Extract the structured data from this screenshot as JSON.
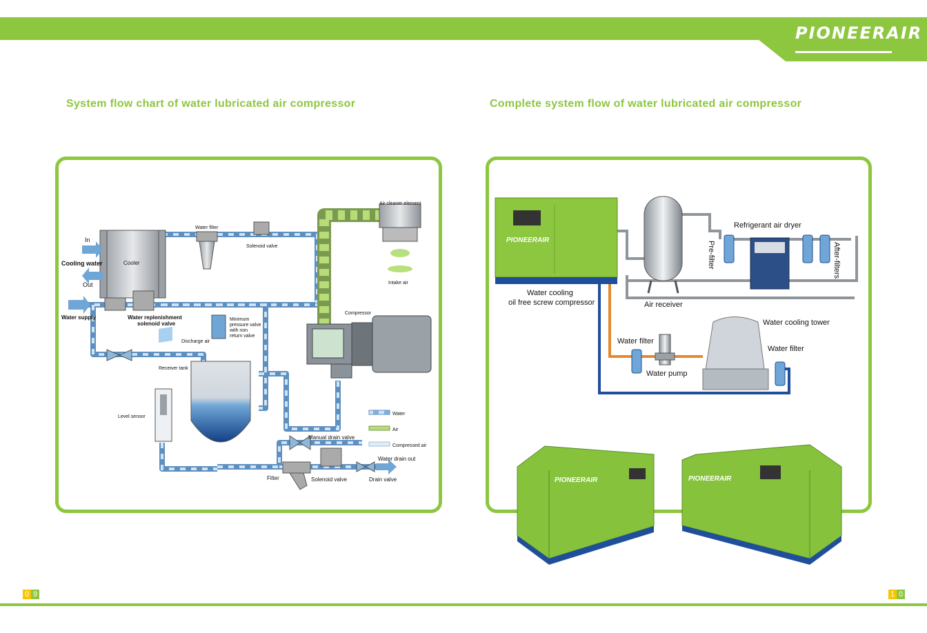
{
  "brand": {
    "logo": "PIONEERAIR",
    "color_green": "#8dc63f",
    "color_water": "#7fb3dc",
    "color_dark": "#1f4e9a"
  },
  "left": {
    "title": "System flow chart of water lubricated air compressor",
    "labels": {
      "in": "In",
      "cooling_water": "Cooling water",
      "out": "Out",
      "cooler": "Cooler",
      "water_filter": "Water filter",
      "solenoid_valve_top": "Solenoid valve",
      "air_cleaner": "Air cleaner element",
      "intake_air": "Intake air",
      "water_supply": "Water supply",
      "water_replenishment": "Water replenishment",
      "solenoid_valve_rep": "solenoid valve",
      "compressor": "Compressor",
      "min_pressure_1": "Minimum",
      "min_pressure_2": "pressure valve",
      "min_pressure_3": "with non",
      "min_pressure_4": "return valve",
      "discharge_air": "Discharge air",
      "receiver_tank": "Receiver tank",
      "level_sensor": "Level sensor",
      "manual_drain": "Manual drain valve",
      "water_drain_out": "Water drain out",
      "filter": "Filter",
      "solenoid_valve_bottom": "Solenoid valve",
      "drain_valve": "Drain valve"
    },
    "legend": [
      "Water",
      "Air",
      "Compressed air"
    ]
  },
  "right": {
    "title": "Complete system flow of water lubricated air compressor",
    "labels": {
      "compressor_1": "Water cooling",
      "compressor_2": "oil free screw compressor",
      "air_receiver": "Air receiver",
      "pre_filter": "Pre-filter",
      "refrigerant_dryer": "Refrigerant air dryer",
      "after_filters": "After-filters",
      "cooling_tower": "Water cooling tower",
      "water_filter_left": "Water filter",
      "water_filter_right": "Water filter",
      "water_pump": "Water pump"
    }
  },
  "pages": {
    "left_d1": "0",
    "left_d2": "9",
    "right_d1": "1",
    "right_d2": "0"
  }
}
